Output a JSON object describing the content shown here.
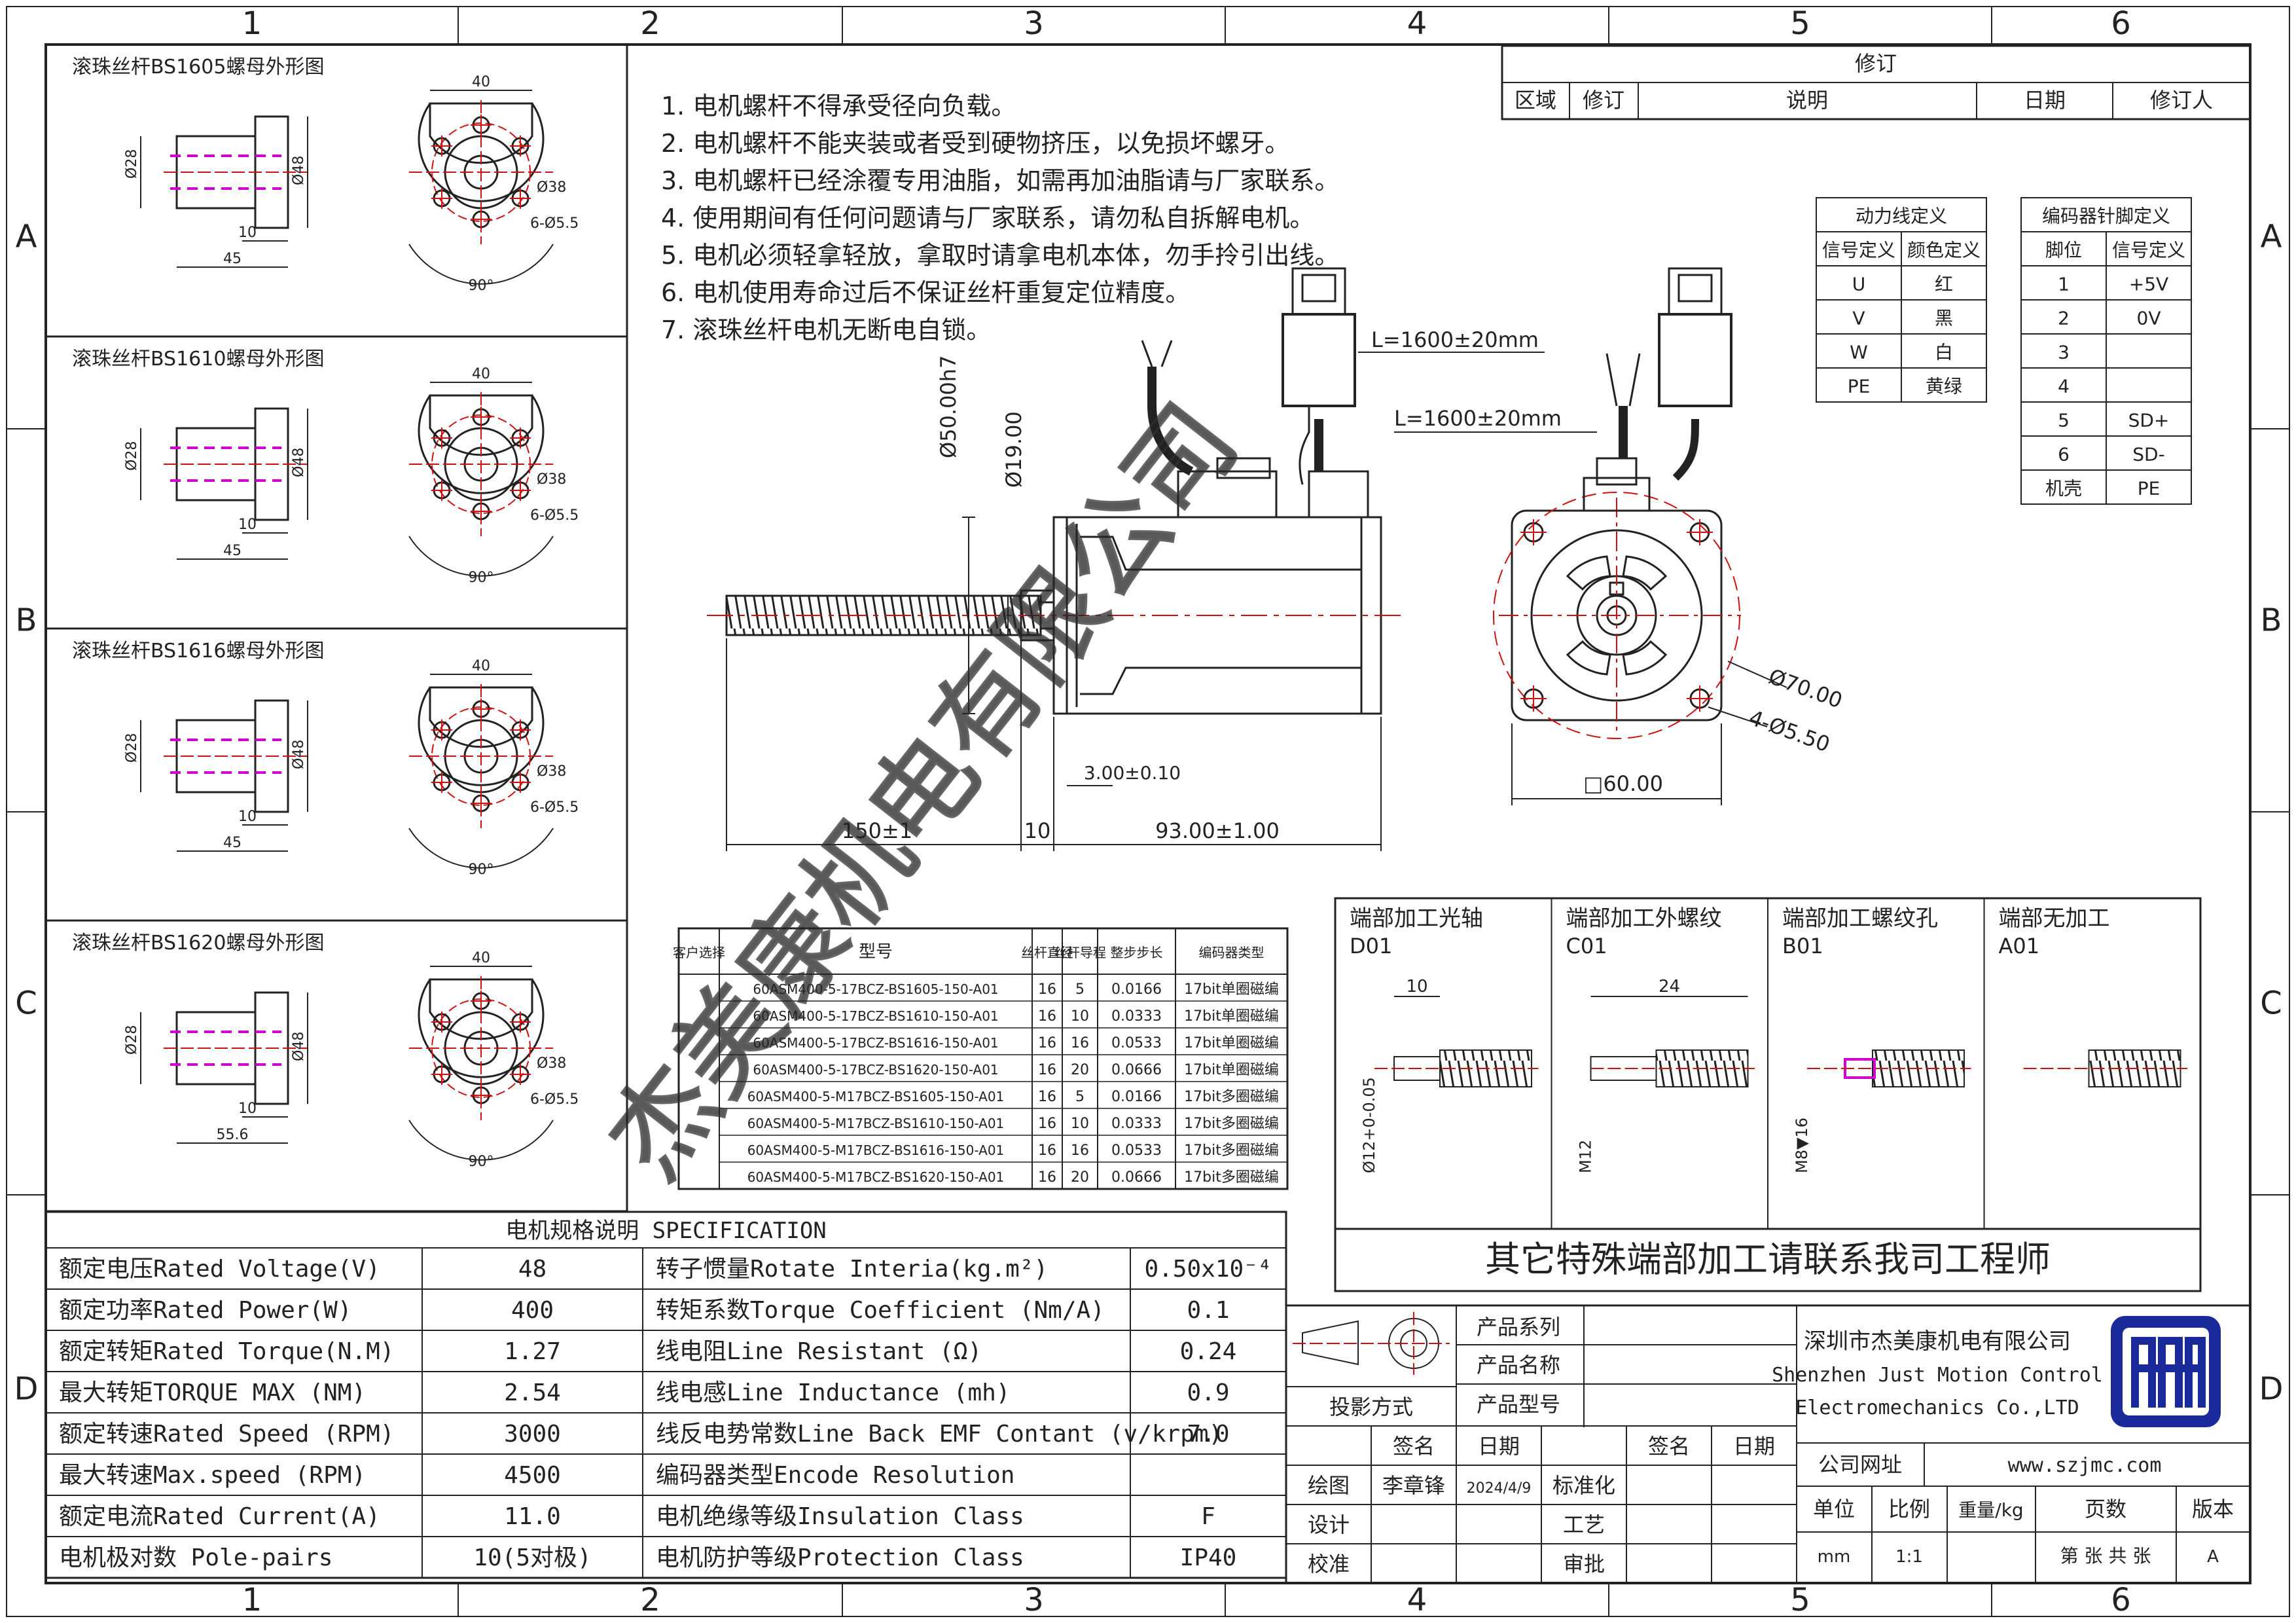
{
  "grid": {
    "columns": [
      "1",
      "2",
      "3",
      "4",
      "5",
      "6"
    ],
    "rows": [
      "A",
      "B",
      "C",
      "D"
    ]
  },
  "nut_drawings": [
    {
      "title": "滚珠丝杆BS1605螺母外形图",
      "d_shaft": "Ø28",
      "d_flange": "Ø48",
      "width": "40",
      "bolt_circle": "Ø38",
      "holes": "6-Ø5.5",
      "angle": "90°",
      "flange_len": "10",
      "total_len": "45"
    },
    {
      "title": "滚珠丝杆BS1610螺母外形图",
      "d_shaft": "Ø28",
      "d_flange": "Ø48",
      "width": "40",
      "bolt_circle": "Ø38",
      "holes": "6-Ø5.5",
      "angle": "90°",
      "flange_len": "10",
      "total_len": "45"
    },
    {
      "title": "滚珠丝杆BS1616螺母外形图",
      "d_shaft": "Ø28",
      "d_flange": "Ø48",
      "width": "40",
      "bolt_circle": "Ø38",
      "holes": "6-Ø5.5",
      "angle": "90°",
      "flange_len": "10",
      "total_len": "45"
    },
    {
      "title": "滚珠丝杆BS1620螺母外形图",
      "d_shaft": "Ø28",
      "d_flange": "Ø48",
      "width": "40",
      "bolt_circle": "Ø38",
      "holes": "6-Ø5.5",
      "angle": "90°",
      "flange_len": "10",
      "total_len": "55.6"
    }
  ],
  "notes": [
    "1. 电机螺杆不得承受径向负载。",
    "2. 电机螺杆不能夹装或者受到硬物挤压，以免损坏螺牙。",
    "3. 电机螺杆已经涂覆专用油脂，如需再加油脂请与厂家联系。",
    "4. 使用期间有任何问题请与厂家联系，请勿私自拆解电机。",
    "5. 电机必须轻拿轻放，拿取时请拿电机本体，勿手拎引出线。",
    "6. 电机使用寿命过后不保证丝杆重复定位精度。",
    "7. 滚珠丝杆电机无断电自锁。"
  ],
  "revision": {
    "title": "修订",
    "headers": [
      "区域",
      "修订",
      "说明",
      "日期",
      "修订人"
    ]
  },
  "power_table": {
    "title": "动力线定义",
    "headers": [
      "信号定义",
      "颜色定义"
    ],
    "rows": [
      [
        "U",
        "红"
      ],
      [
        "V",
        "黑"
      ],
      [
        "W",
        "白"
      ],
      [
        "PE",
        "黄绿"
      ]
    ]
  },
  "encoder_table": {
    "title": "编码器针脚定义",
    "headers": [
      "脚位",
      "信号定义"
    ],
    "rows": [
      [
        "1",
        "+5V"
      ],
      [
        "2",
        "0V"
      ],
      [
        "3",
        ""
      ],
      [
        "4",
        ""
      ],
      [
        "5",
        "SD+"
      ],
      [
        "6",
        "SD-"
      ],
      [
        "机壳",
        "PE"
      ]
    ]
  },
  "motor_dims": {
    "cable_len": "L=1600±20mm",
    "pilot": "Ø50.00h7",
    "shaft": "Ø19.00",
    "screw_len": "150±1",
    "pilot_len": "10",
    "body_len": "93.00±1.00",
    "flange_thk": "3.00±0.10",
    "pcd": "Ø70.00",
    "mount_holes": "4-Ø5.50",
    "square": "□60.00"
  },
  "model_table": {
    "headers": [
      "客户选择",
      "型号",
      "丝杆直径",
      "丝杆导程",
      "整步步长",
      "编码器类型"
    ],
    "rows": [
      [
        "",
        "60ASM400-5-17BCZ-BS1605-150-A01",
        "16",
        "5",
        "0.0166",
        "17bit单圈磁编"
      ],
      [
        "",
        "60ASM400-5-17BCZ-BS1610-150-A01",
        "16",
        "10",
        "0.0333",
        "17bit单圈磁编"
      ],
      [
        "",
        "60ASM400-5-17BCZ-BS1616-150-A01",
        "16",
        "16",
        "0.0533",
        "17bit单圈磁编"
      ],
      [
        "",
        "60ASM400-5-17BCZ-BS1620-150-A01",
        "16",
        "20",
        "0.0666",
        "17bit单圈磁编"
      ],
      [
        "",
        "60ASM400-5-M17BCZ-BS1605-150-A01",
        "16",
        "5",
        "0.0166",
        "17bit多圈磁编"
      ],
      [
        "",
        "60ASM400-5-M17BCZ-BS1610-150-A01",
        "16",
        "10",
        "0.0333",
        "17bit多圈磁编"
      ],
      [
        "",
        "60ASM400-5-M17BCZ-BS1616-150-A01",
        "16",
        "16",
        "0.0533",
        "17bit多圈磁编"
      ],
      [
        "",
        "60ASM400-5-M17BCZ-BS1620-150-A01",
        "16",
        "20",
        "0.0666",
        "17bit多圈磁编"
      ]
    ]
  },
  "end_machining": {
    "options": [
      {
        "title": "端部加工光轴",
        "code": "D01",
        "dim": "10",
        "dia": "Ø12+0-0.05"
      },
      {
        "title": "端部加工外螺纹",
        "code": "C01",
        "dim": "24",
        "dia": "M12"
      },
      {
        "title": "端部加工螺纹孔",
        "code": "B01",
        "dim": "",
        "dia": "M8▼16"
      },
      {
        "title": "端部无加工",
        "code": "A01",
        "dim": "",
        "dia": ""
      }
    ],
    "note": "其它特殊端部加工请联系我司工程师"
  },
  "spec": {
    "title": "电机规格说明 SPECIFICATION",
    "rows": [
      [
        "额定电压Rated Voltage(V)",
        "48",
        "转子惯量Rotate Interia(kg.m²)",
        "0.50x10⁻⁴"
      ],
      [
        "额定功率Rated Power(W)",
        "400",
        "转矩系数Torque Coefficient (Nm/A)",
        "0.1"
      ],
      [
        "额定转矩Rated Torque(N.M)",
        "1.27",
        "线电阻Line Resistant (Ω)",
        "0.24"
      ],
      [
        "最大转矩TORQUE MAX (NM)",
        "2.54",
        "线电感Line Inductance (mh)",
        "0.9"
      ],
      [
        "额定转速Rated Speed (RPM)",
        "3000",
        "线反电势常数Line Back EMF Contant (v/krpm)",
        "7.0"
      ],
      [
        "最大转速Max.speed (RPM)",
        "4500",
        "编码器类型Encode Resolution",
        ""
      ],
      [
        "额定电流Rated Current(A)",
        "11.0",
        "电机绝缘等级Insulation Class",
        "F"
      ],
      [
        "电机极对数 Pole-pairs",
        "10(5对极)",
        "电机防护等级Protection Class",
        "IP40"
      ]
    ]
  },
  "title_block": {
    "projection": "投影方式",
    "series": "产品系列",
    "name": "产品名称",
    "model": "产品型号",
    "sign": "签名",
    "date": "日期",
    "draw": "绘图",
    "drawer": "李章锋",
    "draw_date": "2024/4/9",
    "design": "设计",
    "check": "校准",
    "standard": "标准化",
    "process": "工艺",
    "approve": "审批",
    "company_cn": "深圳市杰美康机电有限公司",
    "company_en1": "Shenzhen Just Motion Control",
    "company_en2": "Electromechanics Co.,LTD",
    "website_label": "公司网址",
    "website": "www.szjmc.com",
    "unit": "单位",
    "scale": "比例",
    "weight": "重量/kg",
    "pages": "页数",
    "version": "版本",
    "unit_val": "mm",
    "scale_val": "1:1",
    "pages_val": "第 张 共 张",
    "version_val": "A"
  },
  "watermark": "杰美康机电有限公司",
  "colors": {
    "line": "#222222",
    "center": "#d01010",
    "magenta": "#d000d0",
    "logo": "#1a2a9a"
  }
}
